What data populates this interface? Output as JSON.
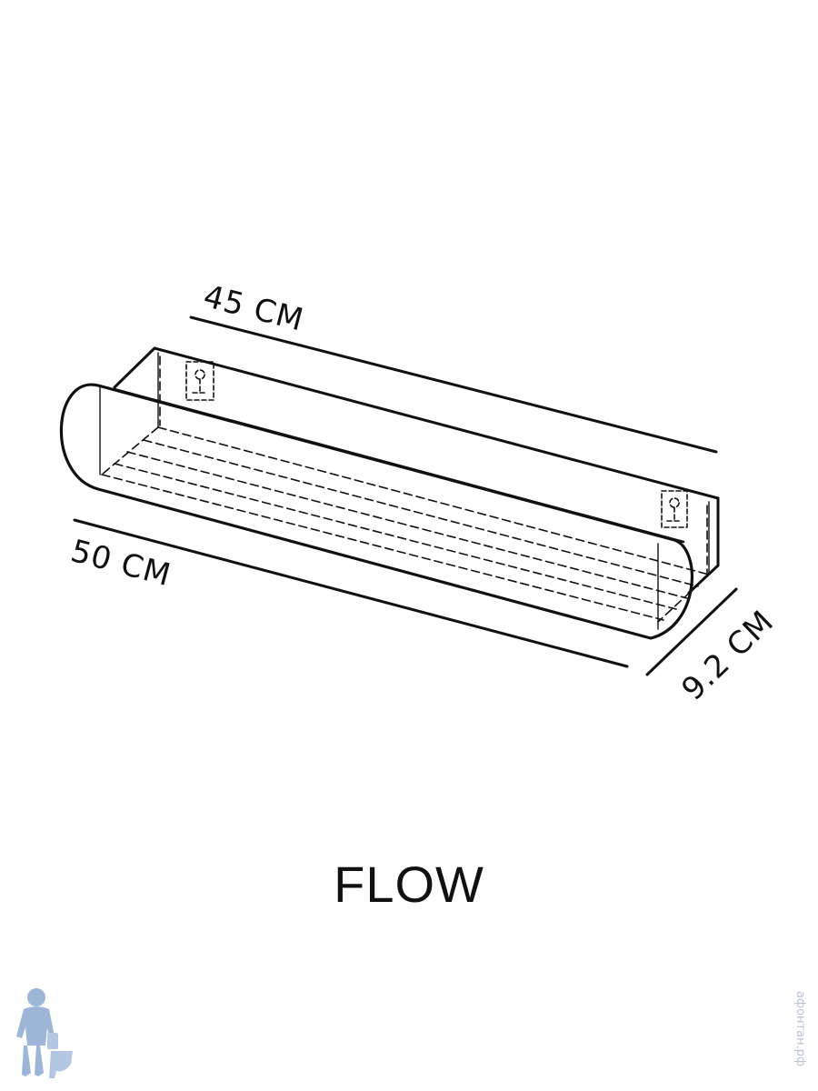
{
  "dimensions": {
    "depth_label": "45 CM",
    "length_label": "50 CM",
    "height_label": "9.2 CM"
  },
  "product": {
    "name": "FLOW"
  },
  "watermark": {
    "text": "афонтан.рф"
  },
  "colors": {
    "line": "#111111",
    "background": "#ffffff",
    "mascot": "#9db6d8"
  }
}
